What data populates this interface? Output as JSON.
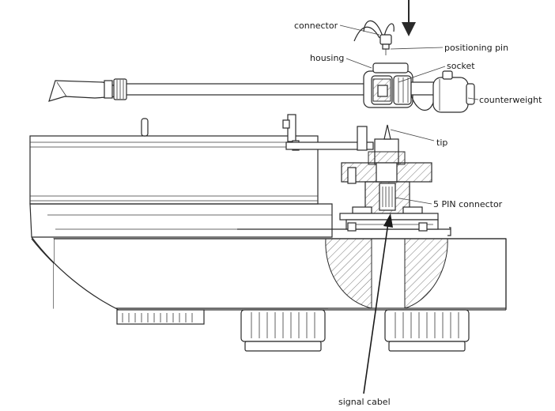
{
  "labels": {
    "connector": "connector",
    "positioning_pin": "positioning pin",
    "housing": "housing",
    "socket": "socket",
    "counterweight": "counterweight",
    "tip": "tip",
    "five_pin_connector": "5 PIN connector",
    "signal_cable": "signal cabel"
  }
}
